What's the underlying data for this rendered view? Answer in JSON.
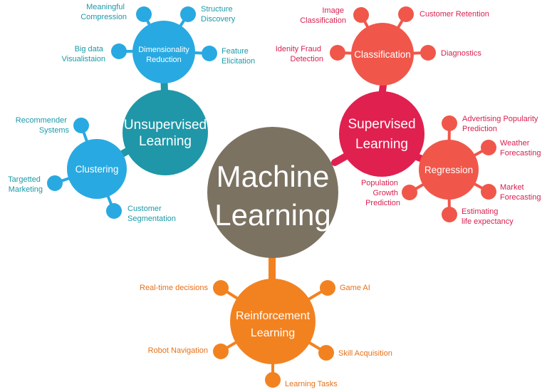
{
  "colors": {
    "center": "#7b7262",
    "unsupervised": "#1f97a8",
    "unsupervised_sub": "#29a9e1",
    "unsupervised_text": "#1b9aa8",
    "supervised": "#e0204f",
    "supervised_sub": "#f0574a",
    "supervised_text": "#d91f4f",
    "reinforcement": "#f28220",
    "reinforcement_text": "#e5711b"
  },
  "center": {
    "line1": "Machine",
    "line2": "Learning"
  },
  "unsupervised": {
    "line1": "Unsupervised",
    "line2": "Learning",
    "dimensionality": {
      "line1": "Dimensionality",
      "line2": "Reduction",
      "leaves": {
        "meaningful": [
          "Meaningful",
          "Compression"
        ],
        "structure": [
          "Structure",
          "Discovery"
        ],
        "feature": [
          "Feature",
          "Elicitation"
        ],
        "bigdata": [
          "Big data",
          "Visualistaion"
        ]
      }
    },
    "clustering": {
      "label": "Clustering",
      "leaves": {
        "recommender": [
          "Recommender",
          "Systems"
        ],
        "targetted": [
          "Targetted",
          "Marketing"
        ],
        "customer": [
          "Customer",
          "Segmentation"
        ]
      }
    }
  },
  "supervised": {
    "line1": "Supervised",
    "line2": "Learning",
    "classification": {
      "label": "Classification",
      "leaves": {
        "image": [
          "Image",
          "Classification"
        ],
        "retention": [
          "Customer Retention"
        ],
        "fraud": [
          "Idenity Fraud",
          "Detection"
        ],
        "diagnostics": [
          "Diagnostics"
        ]
      }
    },
    "regression": {
      "label": "Regression",
      "leaves": {
        "advertising": [
          "Advertising Popularity",
          "Prediction"
        ],
        "weather": [
          "Weather",
          "Forecasting"
        ],
        "population": [
          "Population",
          "Growth",
          "Prediction"
        ],
        "market": [
          "Market",
          "Forecasting"
        ],
        "life": [
          "Estimating",
          "life expectancy"
        ]
      }
    }
  },
  "reinforcement": {
    "line1": "Reinforcement",
    "line2": "Learning",
    "leaves": {
      "realtime": [
        "Real-time decisions"
      ],
      "gameai": [
        "Game AI"
      ],
      "robot": [
        "Robot Navigation"
      ],
      "skill": [
        "Skill Acquisition"
      ],
      "tasks": [
        "Learning Tasks"
      ]
    }
  }
}
